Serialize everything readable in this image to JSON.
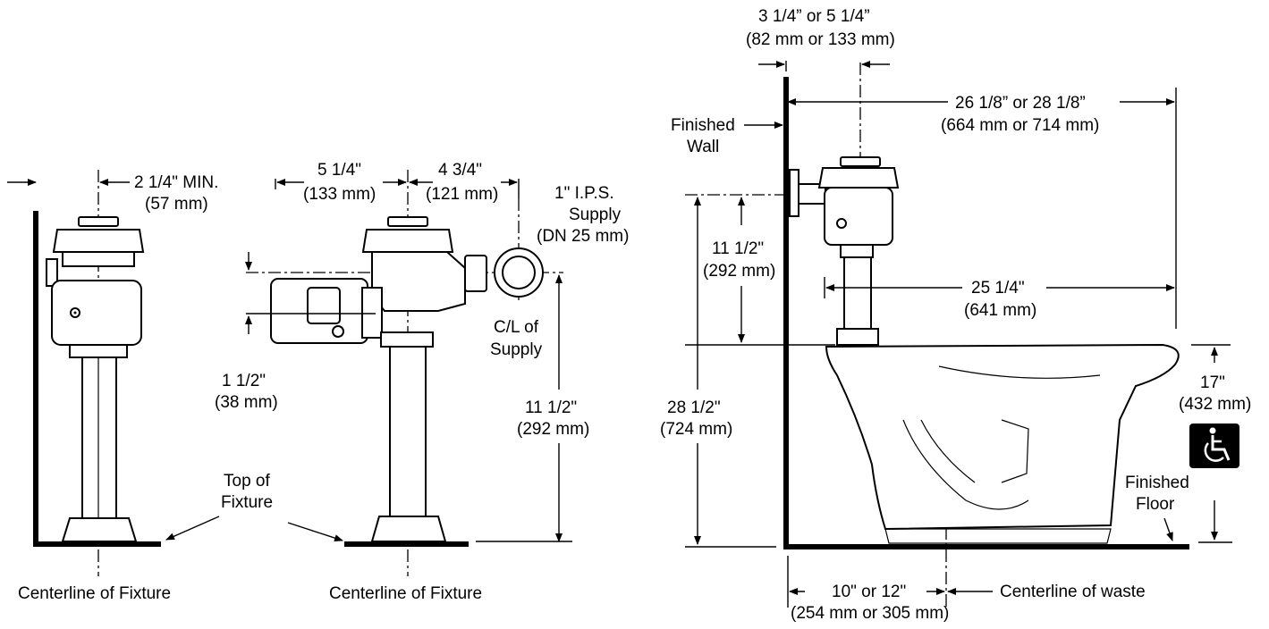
{
  "labels": {
    "v1_offset": "2 1/4\" MIN.",
    "v1_offset_mm": "(57 mm)",
    "v1_caption": "Centerline of Fixture",
    "v2_left": "5 1/4\"",
    "v2_left_mm": "(133 mm)",
    "v2_right": "4 3/4\"",
    "v2_right_mm": "(121 mm)",
    "v2_supply_1": "1\" I.P.S.",
    "v2_supply_2": "Supply",
    "v2_supply_3": "(DN 25 mm)",
    "v2_cl_supply_1": "C/L of",
    "v2_cl_supply_2": "Supply",
    "v2_rough": "1 1/2\"",
    "v2_rough_mm": "(38 mm)",
    "v2_height": "11 1/2\"",
    "v2_height_mm": "(292 mm)",
    "v2_top_1": "Top of",
    "v2_top_2": "Fixture",
    "v2_caption": "Centerline of Fixture",
    "v3_top": "3 1/4” or 5 1/4”",
    "v3_top_mm": "(82 mm or 133 mm)",
    "v3_depth": "26 1/8” or 28 1/8”",
    "v3_depth_mm": "(664 mm or 714 mm)",
    "v3_wall_1": "Finished",
    "v3_wall_2": "Wall",
    "v3_valve": "11 1/2\"",
    "v3_valve_mm": "(292 mm)",
    "v3_bowl": "25 1/4\"",
    "v3_bowl_mm": "(641 mm)",
    "v3_total": "28 1/2\"",
    "v3_total_mm": "(724 mm)",
    "v3_rim": "17\"",
    "v3_rim_mm": "(432 mm)",
    "v3_floor_1": "Finished",
    "v3_floor_2": "Floor",
    "v3_rough": "10\" or 12\"",
    "v3_rough_mm": "(254 mm or 305 mm)",
    "v3_waste": "Centerline of waste"
  },
  "icons": {
    "accessibility": "wheelchair-icon"
  },
  "colors": {
    "ink": "#000000",
    "background": "#ffffff"
  }
}
